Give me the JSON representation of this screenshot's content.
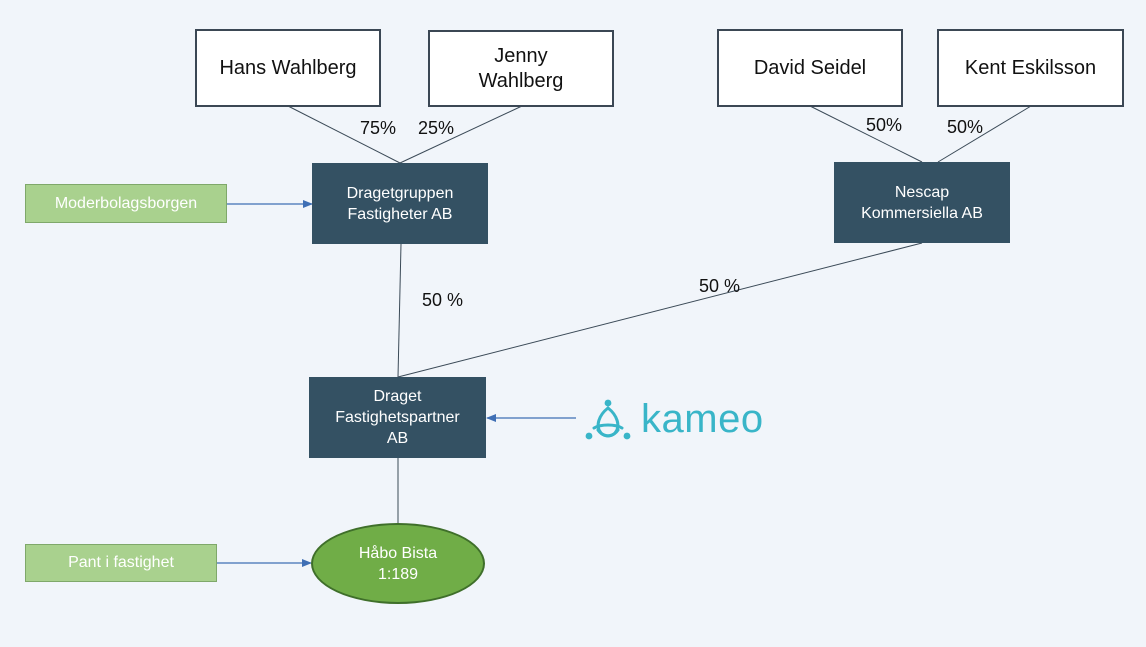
{
  "people": {
    "hans": "Hans Wahlberg",
    "jenny": "Jenny\nWahlberg",
    "david": "David Seidel",
    "kent": "Kent Eskilsson"
  },
  "companies": {
    "dragetgruppen": "Dragetgruppen\nFastigheter AB",
    "nescap": "Nescap\nKommersiella AB",
    "fastighetspartner": "Draget\nFastighetspartner\nAB"
  },
  "property": "Håbo Bista\n1:189",
  "side_labels": {
    "parent_guarantee": "Moderbolagsborgen",
    "property_pledge": "Pant i fastighet"
  },
  "ownership": {
    "hans": "75%",
    "jenny": "25%",
    "david": "50%",
    "kent": "50%",
    "dragetgruppen_share": "50 %",
    "nescap_share": "50 %"
  },
  "lender_logo": {
    "wordmark": "kameo",
    "color": "#39b5c8"
  },
  "colors": {
    "company_fill": "#345163",
    "green_box": "#a9d18e",
    "property_fill": "#70ad47",
    "arrow": "#3f6fb5"
  }
}
